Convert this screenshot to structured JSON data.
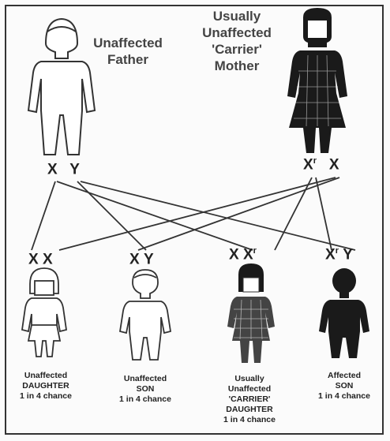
{
  "parents": {
    "father": {
      "label_lines": [
        "Unaffected",
        "Father"
      ],
      "genotype": [
        {
          "base": "X",
          "sup": ""
        },
        {
          "base": "Y",
          "sup": ""
        }
      ]
    },
    "mother": {
      "label_lines": [
        "Usually",
        "Unaffected",
        "'Carrier'",
        "Mother"
      ],
      "genotype": [
        {
          "base": "X",
          "sup": "r"
        },
        {
          "base": "X",
          "sup": ""
        }
      ]
    }
  },
  "children": [
    {
      "genotype": [
        {
          "base": "X",
          "sup": ""
        },
        {
          "base": "X",
          "sup": ""
        }
      ],
      "label_lines": [
        "Unaffected",
        "DAUGHTER",
        "1 in 4 chance"
      ]
    },
    {
      "genotype": [
        {
          "base": "X",
          "sup": ""
        },
        {
          "base": "Y",
          "sup": ""
        }
      ],
      "label_lines": [
        "Unaffected",
        "SON",
        "1 in 4 chance"
      ]
    },
    {
      "genotype": [
        {
          "base": "X",
          "sup": ""
        },
        {
          "base": "X",
          "sup": "r"
        }
      ],
      "label_lines": [
        "Usually",
        "Unaffected",
        "'CARRIER'",
        "DAUGHTER",
        "1 in 4 chance"
      ]
    },
    {
      "genotype": [
        {
          "base": "X",
          "sup": "r"
        },
        {
          "base": "Y",
          "sup": ""
        }
      ],
      "label_lines": [
        "Affected",
        "SON",
        "1 in 4 chance"
      ]
    }
  ],
  "colors": {
    "line": "#333333",
    "figure_dark": "#1a1a1a",
    "figure_light": "#ffffff"
  }
}
